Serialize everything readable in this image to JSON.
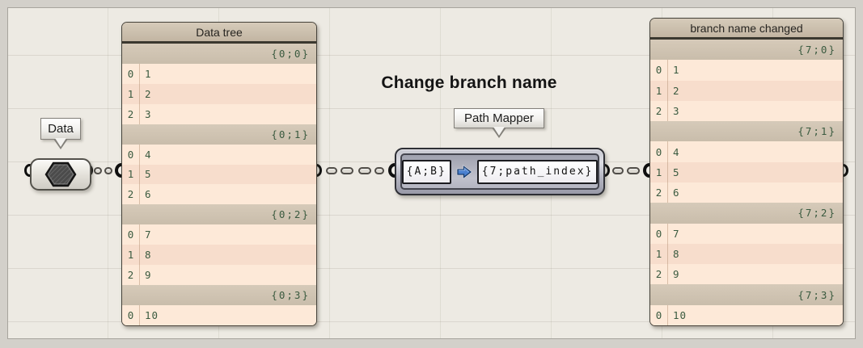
{
  "note": {
    "title": "Change branch name"
  },
  "colors": {
    "canvas_bg": "#edeae3",
    "frame_bg": "#d3d0ca",
    "panel_header_bg": "#c9bdab",
    "branch_row_bg": "#d1c5b3",
    "row_light_bg": "#fde9d8",
    "row_dark_bg": "#f7ddcc",
    "panel_text_green": "#3a5a3f",
    "arrow_blue": "#4a80cf"
  },
  "data_param": {
    "label": "Data"
  },
  "path_mapper": {
    "label": "Path Mapper",
    "source_pattern": "{A;B}",
    "target_pattern": "{7;path_index}"
  },
  "panels": [
    {
      "title": "Data tree",
      "branches": [
        {
          "path": "{0;0}",
          "items": [
            "1",
            "2",
            "3"
          ]
        },
        {
          "path": "{0;1}",
          "items": [
            "4",
            "5",
            "6"
          ]
        },
        {
          "path": "{0;2}",
          "items": [
            "7",
            "8",
            "9"
          ]
        },
        {
          "path": "{0;3}",
          "items": [
            "10"
          ]
        }
      ]
    },
    {
      "title": "branch name changed",
      "branches": [
        {
          "path": "{7;0}",
          "items": [
            "1",
            "2",
            "3"
          ]
        },
        {
          "path": "{7;1}",
          "items": [
            "4",
            "5",
            "6"
          ]
        },
        {
          "path": "{7;2}",
          "items": [
            "7",
            "8",
            "9"
          ]
        },
        {
          "path": "{7;3}",
          "items": [
            "10"
          ]
        }
      ]
    }
  ]
}
